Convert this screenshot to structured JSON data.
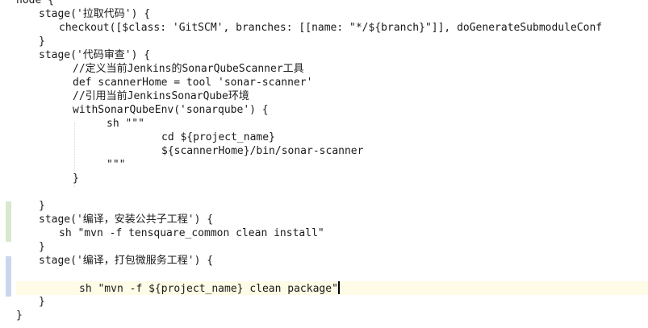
{
  "editor": {
    "lines": [
      {
        "indent": 0,
        "text": "node {"
      },
      {
        "indent": 28,
        "text": "stage('拉取代码') {"
      },
      {
        "indent": 53,
        "text": "checkout([$class: 'GitSCM', branches: [[name: \"*/${branch}\"]], doGenerateSubmoduleConf"
      },
      {
        "indent": 28,
        "text": "}"
      },
      {
        "indent": 28,
        "text": "stage('代码审查') {"
      },
      {
        "indent": 70,
        "text": "//定义当前Jenkins的SonarQubeScanner工具"
      },
      {
        "indent": 70,
        "text": "def scannerHome = tool 'sonar-scanner'"
      },
      {
        "indent": 70,
        "text": "//引用当前JenkinsSonarQube环境"
      },
      {
        "indent": 70,
        "text": "withSonarQubeEnv('sonarqube') {"
      },
      {
        "indent": 112,
        "text": "sh \"\"\""
      },
      {
        "indent": 180,
        "text": "cd ${project_name}"
      },
      {
        "indent": 180,
        "text": "${scannerHome}/bin/sonar-scanner"
      },
      {
        "indent": 112,
        "text": "\"\"\""
      },
      {
        "indent": 70,
        "text": "}"
      },
      {
        "indent": 0,
        "text": ""
      },
      {
        "indent": 28,
        "text": "}"
      },
      {
        "indent": 28,
        "text": "stage('编译，安装公共子工程') {"
      },
      {
        "indent": 53,
        "text": "sh \"mvn -f tensquare_common clean install\""
      },
      {
        "indent": 28,
        "text": "}"
      },
      {
        "indent": 28,
        "text": "stage('编译，打包微服务工程') {"
      },
      {
        "indent": 0,
        "text": ""
      },
      {
        "indent": 78,
        "text": "sh \"mvn -f ${project_name} clean package\"",
        "current": true,
        "caret": true
      },
      {
        "indent": 28,
        "text": "}"
      },
      {
        "indent": 0,
        "text": "}"
      }
    ]
  },
  "gutter": {
    "change_markers": [
      {
        "kind": "added",
        "color": "#d7e8cf"
      },
      {
        "kind": "modified",
        "color": "#c9d7ec"
      }
    ]
  }
}
